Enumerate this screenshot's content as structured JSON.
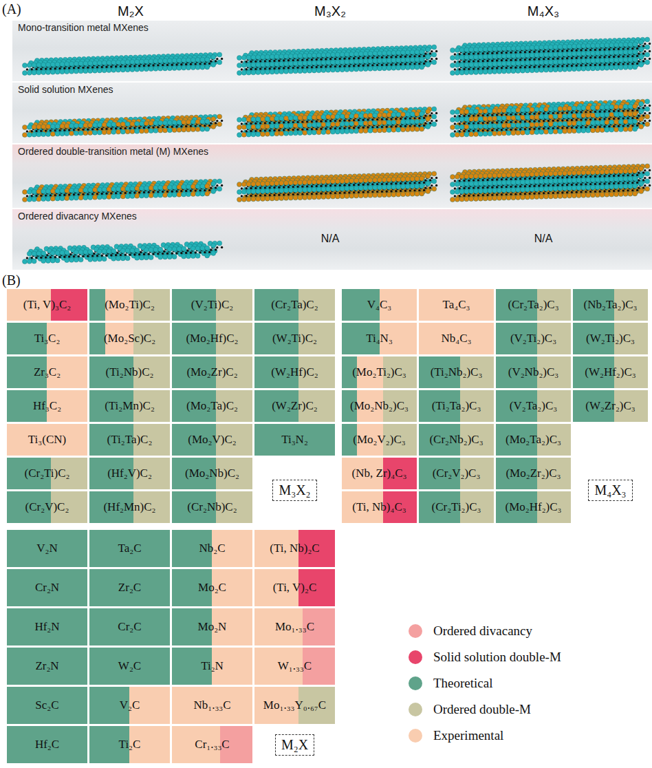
{
  "diagram": {
    "nodes": [
      {
        "text": [
          "Mono-transition metal MXenes"
        ]
      },
      {
        "text": [
          "Solid solution MXenes"
        ]
      },
      {
        "text": [
          "Ordered double-transition metal (M) MXenes"
        ]
      },
      {
        "text": [
          "Ordered divacancy MXenes"
        ]
      },
      {
        "text": [
          "(Ti, V)₃C₂"
        ]
      },
      {
        "text": [
          "(Mo₂Ti)C₂"
        ]
      },
      {
        "text": [
          "(V₂Ti)C₂"
        ]
      },
      {
        "text": [
          "(Cr₂Ta)C₂"
        ]
      },
      {
        "text": [
          "Ti₃C₂"
        ]
      },
      {
        "text": [
          "(Mo₂Sc)C₂"
        ]
      },
      {
        "text": [
          "(Mo₂Hf)C₂"
        ]
      },
      {
        "text": [
          "(W₂Ti)C₂"
        ]
      },
      {
        "text": [
          "Zr₃C₂"
        ]
      },
      {
        "text": [
          "(Ti₂Nb)C₂"
        ]
      },
      {
        "text": [
          "(Mo₂Zr)C₂"
        ]
      },
      {
        "text": [
          "(W₂Hf)C₂"
        ]
      },
      {
        "text": [
          "Hf₃C₂"
        ]
      },
      {
        "text": [
          "(Ti₂Mn)C₂"
        ]
      },
      {
        "text": [
          "(Mo₂Ta)C₂"
        ]
      },
      {
        "text": [
          "(W₂Zr)C₂"
        ]
      },
      {
        "text": [
          "Ti₃(CN)"
        ]
      },
      {
        "text": [
          "(Ti₂Ta)C₂"
        ]
      },
      {
        "text": [
          "(Mo₂V)C₂"
        ]
      },
      {
        "text": [
          "Ti₃N₂"
        ]
      },
      {
        "text": [
          "(Cr₂Ti)C₂"
        ]
      },
      {
        "text": [
          "(Hf₂V)C₂"
        ]
      },
      {
        "text": [
          "(Mo₂Nb)C₂"
        ]
      },
      {
        "text": [
          "(Cr₂V)C₂"
        ]
      },
      {
        "text": [
          "(Hf₂Mn)C₂"
        ]
      },
      {
        "text": [
          "(Cr₂Nb)C₂"
        ]
      },
      {
        "text": [
          "M₃X₂"
        ]
      },
      {
        "text": [
          "V₄C₃"
        ]
      },
      {
        "text": [
          "Ta₄C₃"
        ]
      },
      {
        "text": [
          "(Cr₂Ta₂)C₃"
        ]
      },
      {
        "text": [
          "(Nb₂Ta₂)C₃"
        ]
      },
      {
        "text": [
          "Ti₄N₃"
        ]
      },
      {
        "text": [
          "Nb₄C₃"
        ]
      },
      {
        "text": [
          "(V₂Ti₂)C₃"
        ]
      },
      {
        "text": [
          "(W₂Ti₂)C₃"
        ]
      },
      {
        "text": [
          "(Mo₂Ti₂)C₃"
        ]
      },
      {
        "text": [
          "(Ti₂Nb₂)C₃"
        ]
      },
      {
        "text": [
          "(V₂Nb₂)C₃"
        ]
      },
      {
        "text": [
          "(W₂Hf₂)C₃"
        ]
      },
      {
        "text": [
          "(Mo₂Nb₂)C₃"
        ]
      },
      {
        "text": [
          "(Ti₂Ta₂)C₃"
        ]
      },
      {
        "text": [
          "(V₂Ta₂)C₃"
        ]
      },
      {
        "text": [
          "(W₂Zr₂)C₃"
        ]
      },
      {
        "text": [
          "(Mo₂V₂)C₃"
        ]
      },
      {
        "text": [
          "(Cr₂Nb₂)C₃"
        ]
      },
      {
        "text": [
          "(Mo₂Ta₂)C₃"
        ]
      },
      {
        "text": [
          "(Nb, Zr)₄C₃"
        ]
      },
      {
        "text": [
          "(Cr₂V₂)C₃"
        ]
      },
      {
        "text": [
          "(Mo₂Zr₂)C₃"
        ]
      },
      {
        "text": [
          "(Ti, Nb)₄C₃"
        ]
      },
      {
        "text": [
          "(Cr₂Ti₂)C₃"
        ]
      },
      {
        "text": [
          "(Mo₂Hf₂)C₃"
        ]
      },
      {
        "text": [
          "M₄X₃"
        ]
      },
      {
        "text": [
          "V₂N"
        ]
      },
      {
        "text": [
          "Ta₂C"
        ]
      },
      {
        "text": [
          "Nb₂C"
        ]
      },
      {
        "text": [
          "(Ti, Nb)₂C"
        ]
      },
      {
        "text": [
          "Cr₂N"
        ]
      },
      {
        "text": [
          "Zr₂C"
        ]
      },
      {
        "text": [
          "Mo₂C"
        ]
      },
      {
        "text": [
          "(Ti, V)₂C"
        ]
      },
      {
        "text": [
          "Hf₂N"
        ]
      },
      {
        "text": [
          "Cr₂C"
        ]
      },
      {
        "text": [
          "Mo₂N"
        ]
      },
      {
        "text": [
          "Mo₁.₃₃C"
        ]
      },
      {
        "text": [
          "Zr₂N"
        ]
      },
      {
        "text": [
          "W₂C"
        ]
      },
      {
        "text": [
          "Ti₂N"
        ]
      },
      {
        "text": [
          "W₁.₃₃C"
        ]
      },
      {
        "text": [
          "Sc₂C"
        ]
      },
      {
        "text": [
          "V₂C"
        ]
      },
      {
        "text": [
          "Nb₁.₃₃C"
        ]
      },
      {
        "text": [
          "Mo₁.₃₃Y₀.₆₇C"
        ]
      },
      {
        "text": [
          "Hf₂C"
        ]
      },
      {
        "text": [
          "Ti₂C"
        ]
      },
      {
        "text": [
          "Cr₁.₃₃C"
        ]
      },
      {
        "text": [
          "M₂X"
        ]
      }
    ],
    "labels": [
      "(A)",
      "M₂X",
      "M₃X₂",
      "M₄X₃",
      "N/A",
      "N/A",
      "(B)"
    ],
    "legend": [
      {
        "text": "Ordered divacancy",
        "color": "#f4a0a0"
      },
      {
        "text": "Solid solution double-M",
        "color": "#e8456b"
      },
      {
        "text": "Theoretical",
        "color": "#5fa38a"
      },
      {
        "text": "Ordered double-M",
        "color": "#c8c6a2"
      },
      {
        "text": "Experimental",
        "color": "#f9cdb0"
      }
    ]
  }
}
